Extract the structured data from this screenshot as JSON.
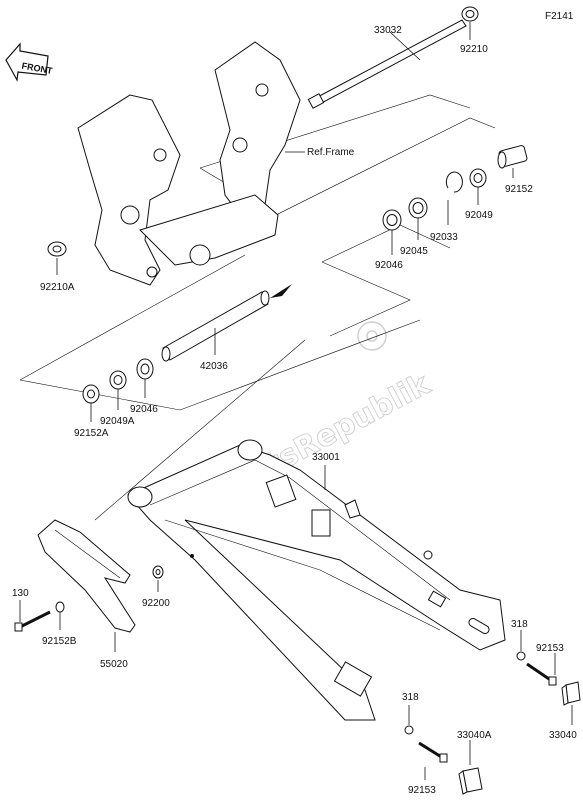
{
  "figure_code": "F2141",
  "front_label": "FRONT",
  "ref_frame": "Ref.Frame",
  "watermark": "PartsRepublik",
  "part_numbers": {
    "p33032": "33032",
    "p92210": "92210",
    "p92210A": "92210A",
    "p92152": "92152",
    "p92049": "92049",
    "p92033": "92033",
    "p92045": "92045",
    "p92046_top": "92046",
    "p42036": "42036",
    "p92046_mid": "92046",
    "p92049A": "92049A",
    "p92152A": "92152A",
    "p33001": "33001",
    "p130": "130",
    "p92152B": "92152B",
    "p55020": "55020",
    "p92200": "92200",
    "p318_upper": "318",
    "p92153_upper": "92153",
    "p33040": "33040",
    "p318_lower": "318",
    "p33040A": "33040A",
    "p92153_lower": "92153"
  }
}
